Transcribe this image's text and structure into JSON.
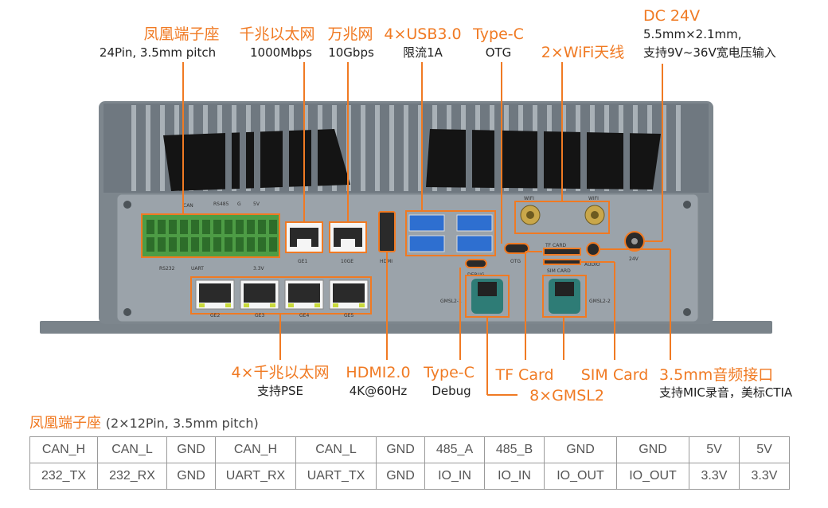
{
  "callouts": {
    "phoenix": {
      "title": "凤凰端子座",
      "sub": "24Pin, 3.5mm pitch"
    },
    "gbe": {
      "title": "千兆以太网",
      "sub": "1000Mbps"
    },
    "tengbe": {
      "title": "万兆网",
      "sub": "10Gbps"
    },
    "usb3": {
      "title": "4×USB3.0",
      "sub": "限流1A"
    },
    "typec_otg": {
      "title": "Type-C",
      "sub": "OTG"
    },
    "wifi": {
      "title": "2×WiFi天线",
      "sub": ""
    },
    "dc": {
      "title": "DC 24V",
      "sub1": "5.5mm×2.1mm,",
      "sub2": "支持9V~36V宽电压输入"
    },
    "gbe4": {
      "title": "4×千兆以太网",
      "sub": "支持PSE"
    },
    "hdmi": {
      "title": "HDMI2.0",
      "sub": "4K@60Hz"
    },
    "typec_debug": {
      "title": "Type-C",
      "sub": "Debug"
    },
    "tfcard": {
      "title": "TF Card"
    },
    "gmsl": {
      "title": "8×GMSL2"
    },
    "simcard": {
      "title": "SIM Card"
    },
    "audio": {
      "title": "3.5mm音频接口",
      "sub": "支持MIC录音，美标CTIA"
    }
  },
  "panel_labels": {
    "can": "CAN",
    "rs485": "RS485",
    "g": "G",
    "fivev": "5V",
    "ge1": "GE1",
    "tenge": "10GE",
    "hdmi": "HDMI",
    "debug": "DEBUG",
    "otg": "OTG",
    "tfcard": "TF CARD",
    "simcard": "SIM CARD",
    "audio": "AUDIO",
    "v24": "24V",
    "wifi1": "WIFI",
    "wifi2": "WIFI",
    "ge2": "GE2",
    "ge3": "GE3",
    "ge4": "GE4",
    "ge5": "GE5",
    "gmsl1": "GMSL2-1",
    "gmsl2": "GMSL2-2",
    "rs232": "RS232",
    "uart": "UART",
    "v33": "3.3V"
  },
  "pin_table": {
    "title": "凤凰端子座",
    "subtitle": "(2×12Pin, 3.5mm pitch)",
    "rows": [
      [
        "CAN_H",
        "CAN_L",
        "GND",
        "CAN_H",
        "CAN_L",
        "GND",
        "485_A",
        "485_B",
        "GND",
        "GND",
        "5V",
        "5V"
      ],
      [
        "232_TX",
        "232_RX",
        "GND",
        "UART_RX",
        "UART_TX",
        "GND",
        "IO_IN",
        "IO_IN",
        "IO_OUT",
        "IO_OUT",
        "3.3V",
        "3.3V"
      ]
    ]
  },
  "colors": {
    "accent": "#F07A23",
    "chassis": "#8C959C",
    "panel": "#9BA3AA",
    "connector_green": "#3E9A3E"
  }
}
